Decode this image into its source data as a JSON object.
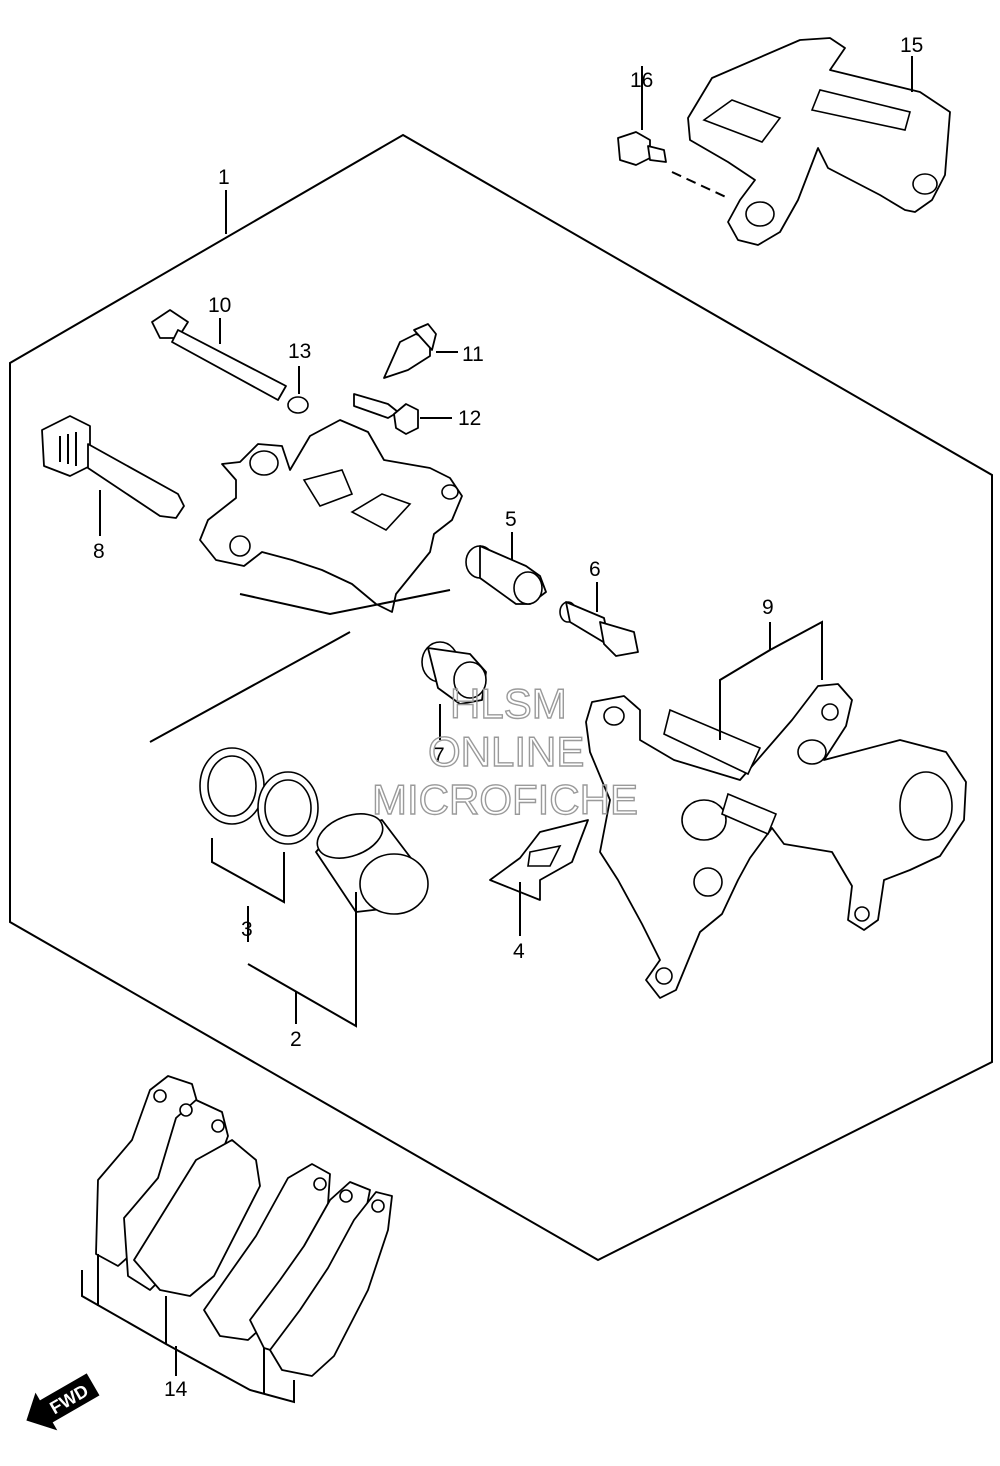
{
  "callouts": [
    {
      "id": "c1",
      "label": "1"
    },
    {
      "id": "c2",
      "label": "2"
    },
    {
      "id": "c3",
      "label": "3"
    },
    {
      "id": "c4",
      "label": "4"
    },
    {
      "id": "c5",
      "label": "5"
    },
    {
      "id": "c6",
      "label": "6"
    },
    {
      "id": "c7",
      "label": "7"
    },
    {
      "id": "c8",
      "label": "8"
    },
    {
      "id": "c9",
      "label": "9"
    },
    {
      "id": "c10",
      "label": "10"
    },
    {
      "id": "c11",
      "label": "11"
    },
    {
      "id": "c12",
      "label": "12"
    },
    {
      "id": "c13",
      "label": "13"
    },
    {
      "id": "c14",
      "label": "14"
    },
    {
      "id": "c15",
      "label": "15"
    },
    {
      "id": "c16",
      "label": "16"
    }
  ],
  "watermark": {
    "line1": "HLSM",
    "line2": "ONLINE",
    "line3": "MICROFICHE"
  },
  "direction_badge": {
    "label": "FWD"
  }
}
